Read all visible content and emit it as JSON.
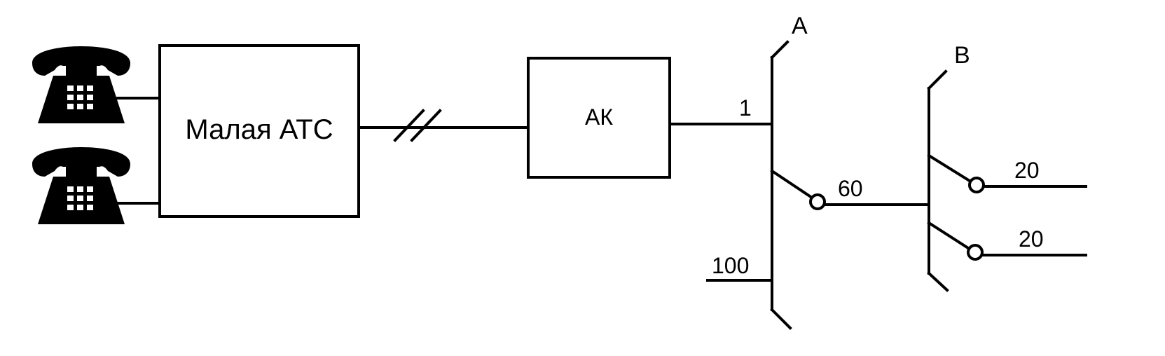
{
  "labels": {
    "pbx": "Малая АТС",
    "ak": "АК",
    "switch_a": "A",
    "switch_b": "B",
    "a_in": "1",
    "a_out": "60",
    "a_total": "100",
    "b_out_upper": "20",
    "b_out_lower": "20"
  },
  "colors": {
    "ink": "#000000",
    "background": "#ffffff"
  },
  "icons": [
    "telephone-icon",
    "telephone-icon"
  ]
}
